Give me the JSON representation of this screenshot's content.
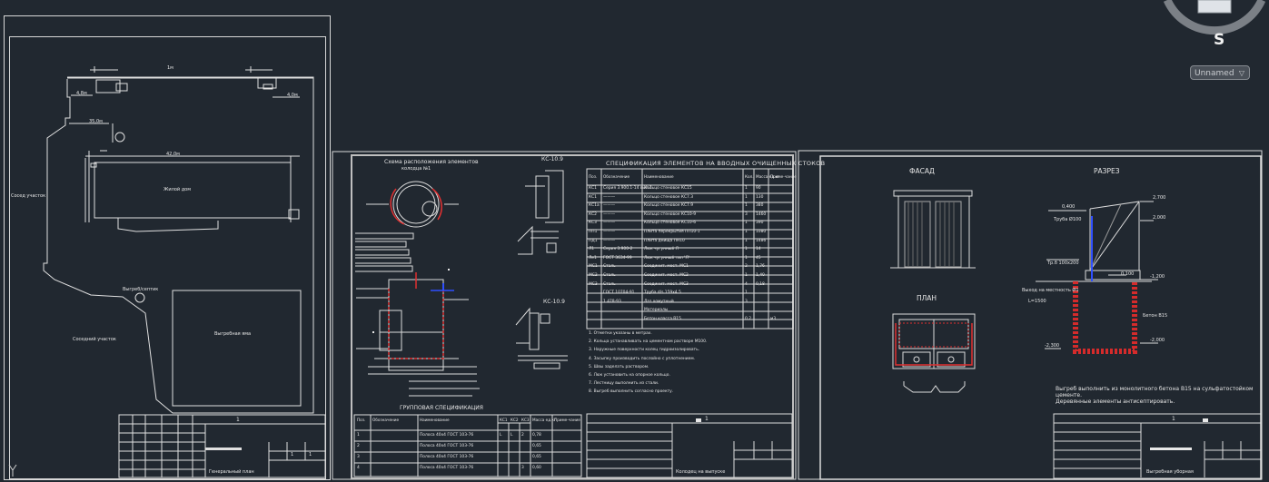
{
  "viewcube": {
    "compass_label": "S"
  },
  "viewport": {
    "named_view": "Unnamed"
  },
  "sheet1": {
    "labels": {
      "top": "1м",
      "dim1": "4,8м",
      "dim2": "4,0м",
      "dim3": "35,0м",
      "dim4": "42,0м",
      "building": "Жилой дом",
      "left_side": "Сосед участок",
      "bottom_left": "Соседний участок",
      "scheme": "Выгреб/септик",
      "box": "Выгребная яма"
    },
    "stamp": {
      "code": "1",
      "sheet_no": "1",
      "sheets": "1",
      "title": "Генеральный план"
    }
  },
  "sheet2": {
    "scheme_title": "Схема расположения элементов",
    "scheme_sub": "колодца №1",
    "section_label": "КС-10.9",
    "section2_label": "КС-10.9",
    "spec_title": "СПЕЦИФИКАЦИЯ ЭЛЕМЕНТОВ НА ВВОДНЫХ ОЧИЩЕННЫХ СТОКОВ",
    "spec_headers": [
      "Поз.",
      "Обозначение",
      "Наименование",
      "Кол.",
      "Масса ед.кг",
      "Приме-чание"
    ],
    "spec_rows": [
      [
        "КС1",
        "Серия 3.900.1-14 вып.1",
        "Кольцо стеновое КС15",
        "1",
        "90",
        ""
      ],
      [
        "КС1",
        "———",
        "Кольцо стеновое КС7.3",
        "1",
        "130",
        ""
      ],
      [
        "КС1а",
        "———",
        "Кольцо стеновое КС7.9",
        "1",
        "380",
        ""
      ],
      [
        "КС2",
        "———",
        "Кольцо стеновое КС10-9",
        "3",
        "1460",
        ""
      ],
      [
        "КС3",
        "———",
        "Кольцо стеновое КС10-6",
        "1",
        "390",
        ""
      ],
      [
        "ПП1",
        "———",
        "Плита перекрытия ПП10-1",
        "1",
        "1080",
        ""
      ],
      [
        "ПД1",
        "———",
        "Плита днища ПН10",
        "1",
        "1486",
        ""
      ],
      [
        "Л1",
        "Серия 3.900-2",
        "Люк чугунный Л",
        "1",
        "14",
        ""
      ],
      [
        "Ле1",
        "ГОСТ 3634-99",
        "Люк чугунный тип 'Л'",
        "1",
        "45",
        ""
      ],
      [
        "МС1",
        "Сталь",
        "Соединит. мост. МС1",
        "2",
        "1,76",
        ""
      ],
      [
        "МС2",
        "Сталь",
        "Соединит. мост. МС2",
        "1",
        "1,40",
        ""
      ],
      [
        "МС3",
        "Сталь",
        "Соединит. мост. МС3",
        "4",
        "0,18",
        ""
      ],
      [
        "",
        "ГОСТ 10704-91",
        "Труба d/s 159x4,5",
        "1",
        "",
        ""
      ],
      [
        "",
        "1.478-93",
        "Лаз хомутный",
        "3",
        "",
        ""
      ],
      [
        "",
        "",
        "Материалы",
        "",
        "",
        ""
      ],
      [
        "",
        "",
        "Бетон класса В15",
        "0,2",
        "",
        "м3"
      ]
    ],
    "notes": [
      "1. Отметки указаны в метрах.",
      "2. Кольца устанавливать на цементном растворе М100.",
      "3. Наружные поверхности колец гидроизолировать.",
      "4. Засыпку производить послойно с уплотнением.",
      "5. Швы заделать раствором.",
      "6. Люк установить на опорное кольцо.",
      "7. Лестницу выполнить из стали.",
      "8. Выгреб выполнить согласно проекту."
    ],
    "group_title": "ГРУППОВАЯ СПЕЦИФИКАЦИЯ",
    "group_headers": [
      "Поз.",
      "Обозначение",
      "Наименование",
      "КС1",
      "КС2",
      "КС3",
      "Масса ед.кг",
      "Приме-чание"
    ],
    "group_rows": [
      [
        "1",
        "",
        "Полоса 40x4 ГОСТ 103-76",
        "L",
        "L",
        "2",
        "0,78",
        ""
      ],
      [
        "2",
        "",
        "Полоса 40x4 ГОСТ 103-76",
        "",
        "",
        "",
        "0,65",
        ""
      ],
      [
        "3",
        "",
        "Полоса 40x4 ГОСТ 103-76",
        "",
        "",
        "",
        "0,65",
        ""
      ],
      [
        "4",
        "",
        "Полоса 40x4 ГОСТ 103-76",
        "",
        "",
        "3",
        "0,60",
        ""
      ]
    ],
    "stamp": {
      "code": "1",
      "title": "Колодец на выпуске"
    }
  },
  "sheet3": {
    "facade": "ФАСАД",
    "section": "РАЗРЕЗ",
    "plan": "ПЛАН",
    "note1": "Выгреб выполнить из монолитного бетона В15 на сульфатостойком",
    "note2": "цементе.",
    "note3": "Деревянные элементы антисептировать.",
    "marks": {
      "m1": "2,700",
      "m2": "2,000",
      "m3": "0,400",
      "m4": "0,100",
      "m5": "-1,200",
      "m6": "-2,000",
      "m7": "-2,300"
    },
    "pipe": "Труба Ø100",
    "tube": "Тр.б 100x200",
    "vent": "Выход на местность Ø1",
    "vent2": "L=1500",
    "concrete": "Бетон В15",
    "stamp": {
      "code": "1",
      "title": "Выгребная уборная"
    }
  }
}
